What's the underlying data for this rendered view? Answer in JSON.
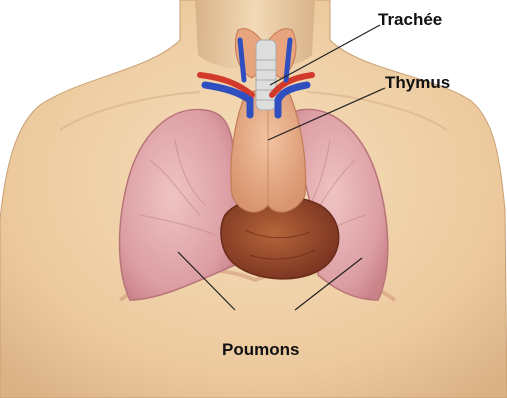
{
  "labels": {
    "trachee": "Trachée",
    "thymus": "Thymus",
    "poumons": "Poumons"
  },
  "colors": {
    "background": "#ffffff",
    "skin": "#eecfa3",
    "lung": "#e2a6a9",
    "thymus": "#e9b08c",
    "heart": "#9a4a2a",
    "vein": "#2f4fc0",
    "artery": "#d23a2c",
    "trachea": "#d8d8d8",
    "leader_line": "#222222"
  }
}
